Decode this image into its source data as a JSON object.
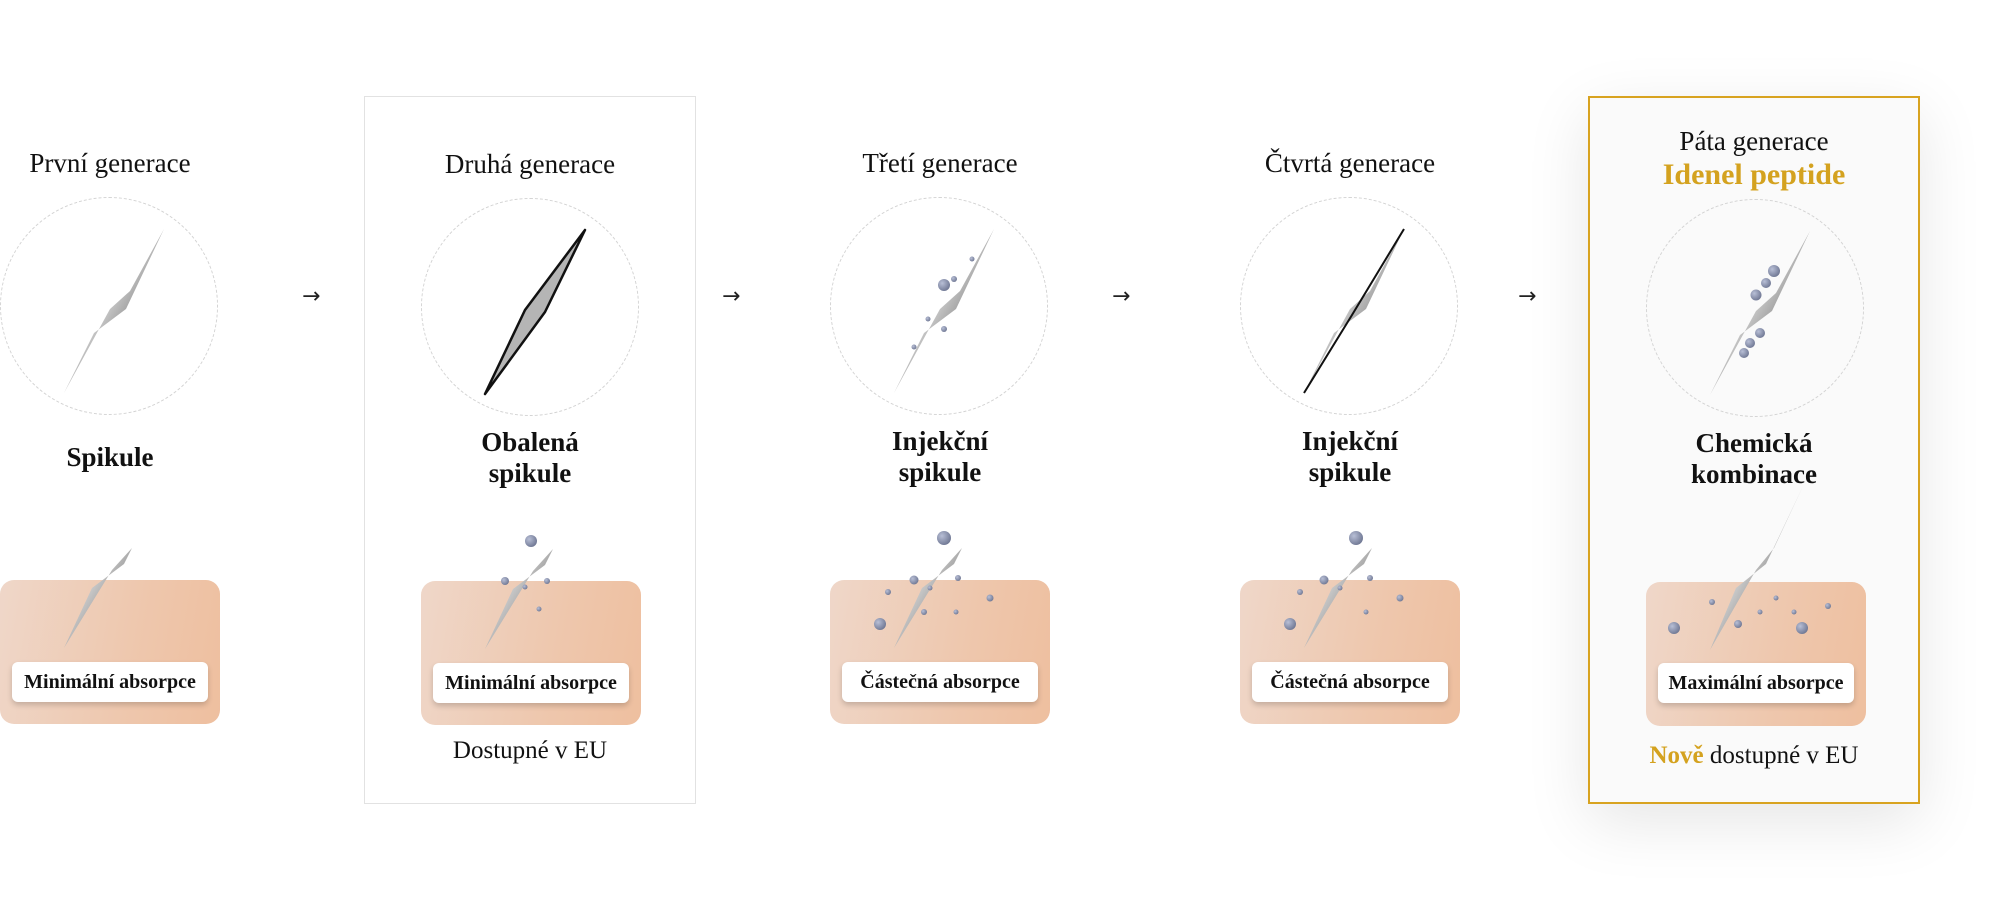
{
  "colors": {
    "accent_gold": "#d4a21f",
    "skin_light": "#efd7c9",
    "skin_dark": "#eebf9f",
    "particle": "#8e95b0",
    "needle_gray": "#b8b8b8"
  },
  "arrow_icon": "arrow-right",
  "generations": [
    {
      "title": "První generace",
      "subtitle": "",
      "label": "Spikule",
      "absorption": "Minimální absorpce",
      "note": "",
      "note_accent": ""
    },
    {
      "title": "Druhá generace",
      "subtitle": "",
      "label_line1": "Obalená",
      "label_line2": "spikule",
      "absorption": "Minimální absorpce",
      "note": "Dostupné v EU",
      "note_accent": ""
    },
    {
      "title": "Třetí generace",
      "subtitle": "",
      "label_line1": "Injekční",
      "label_line2": "spikule",
      "absorption": "Částečná absorpce",
      "note": "",
      "note_accent": ""
    },
    {
      "title": "Čtvrtá generace",
      "subtitle": "",
      "label_line1": "Injekční",
      "label_line2": "spikule",
      "absorption": "Částečná absorpce",
      "note": "",
      "note_accent": ""
    },
    {
      "title": "Páta generace",
      "subtitle": "Idenel peptide",
      "label_line1": "Chemická",
      "label_line2": "kombinace",
      "absorption": "Maximální absorpce",
      "note": "dostupné v EU",
      "note_accent": "Nově"
    }
  ]
}
